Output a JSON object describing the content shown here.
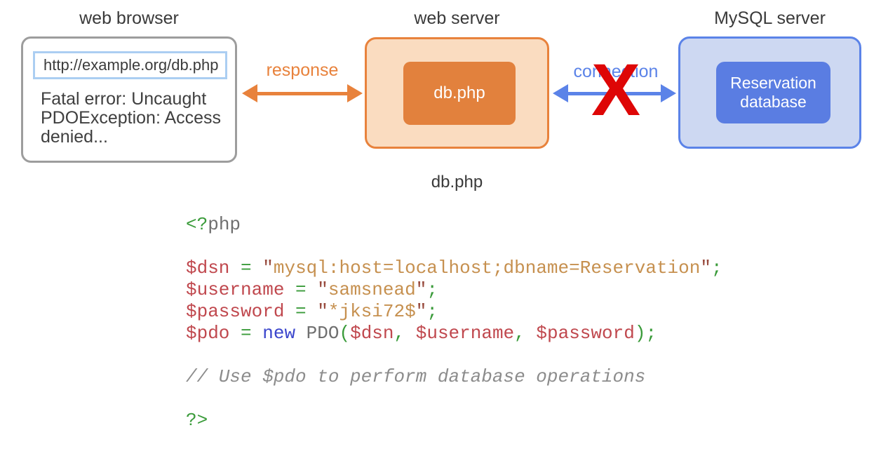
{
  "colors": {
    "orange": "#e8823c",
    "orange-fill": "#fadcc0",
    "orange-deep": "#e2813d",
    "blue": "#5b83e8",
    "blue-fill": "#cdd8f2",
    "blue-deep": "#5a7de2",
    "red-x": "#de0606",
    "border-gray": "#9d9d9d",
    "url-border": "#abcef2",
    "text-dark": "#3a3a3a"
  },
  "diagram": {
    "browser": {
      "title": "web browser",
      "url": "http://example.org/db.php",
      "error_line1": "Fatal error: Uncaught",
      "error_line2": "PDOException: Access",
      "error_line3": "denied..."
    },
    "webserver": {
      "title": "web server",
      "box_label": "db.php",
      "caption": "db.php"
    },
    "mysql": {
      "title": "MySQL server",
      "db_line1": "Reservation",
      "db_line2": "database"
    },
    "response_label": "response",
    "connection_label": "connection",
    "blocked_mark": "X"
  },
  "code": {
    "token_colors": {
      "v": "#c0484e",
      "g": "#3a9b3a",
      "s": "#c6904f",
      "q": "#984a3d",
      "k": "#3b46cc",
      "id": "#6f6f6f",
      "c": "#8c8c8c",
      "p": "#555555"
    },
    "lines": [
      [
        {
          "t": "<?",
          "c": "g"
        },
        {
          "t": "php",
          "c": "id"
        }
      ],
      [],
      [
        {
          "t": "$dsn",
          "c": "v"
        },
        {
          "t": " ",
          "c": "p"
        },
        {
          "t": "=",
          "c": "g"
        },
        {
          "t": " ",
          "c": "p"
        },
        {
          "t": "\"",
          "c": "q"
        },
        {
          "t": "mysql:host=localhost;dbname=Reservation",
          "c": "s"
        },
        {
          "t": "\"",
          "c": "q"
        },
        {
          "t": ";",
          "c": "g"
        }
      ],
      [
        {
          "t": "$username",
          "c": "v"
        },
        {
          "t": " ",
          "c": "p"
        },
        {
          "t": "=",
          "c": "g"
        },
        {
          "t": " ",
          "c": "p"
        },
        {
          "t": "\"",
          "c": "q"
        },
        {
          "t": "samsnead",
          "c": "s"
        },
        {
          "t": "\"",
          "c": "q"
        },
        {
          "t": ";",
          "c": "g"
        }
      ],
      [
        {
          "t": "$password",
          "c": "v"
        },
        {
          "t": " ",
          "c": "p"
        },
        {
          "t": "=",
          "c": "g"
        },
        {
          "t": " ",
          "c": "p"
        },
        {
          "t": "\"",
          "c": "q"
        },
        {
          "t": "*jksi72$",
          "c": "s"
        },
        {
          "t": "\"",
          "c": "q"
        },
        {
          "t": ";",
          "c": "g"
        }
      ],
      [
        {
          "t": "$pdo",
          "c": "v"
        },
        {
          "t": " ",
          "c": "p"
        },
        {
          "t": "=",
          "c": "g"
        },
        {
          "t": " ",
          "c": "p"
        },
        {
          "t": "new",
          "c": "k"
        },
        {
          "t": " ",
          "c": "p"
        },
        {
          "t": "PDO",
          "c": "id"
        },
        {
          "t": "(",
          "c": "g"
        },
        {
          "t": "$dsn",
          "c": "v"
        },
        {
          "t": ",",
          "c": "g"
        },
        {
          "t": " ",
          "c": "p"
        },
        {
          "t": "$username",
          "c": "v"
        },
        {
          "t": ",",
          "c": "g"
        },
        {
          "t": " ",
          "c": "p"
        },
        {
          "t": "$password",
          "c": "v"
        },
        {
          "t": ")",
          "c": "g"
        },
        {
          "t": ";",
          "c": "g"
        }
      ],
      [],
      [
        {
          "t": "// Use $pdo to perform database operations",
          "c": "c"
        }
      ],
      [],
      [
        {
          "t": "?>",
          "c": "g"
        }
      ]
    ]
  }
}
